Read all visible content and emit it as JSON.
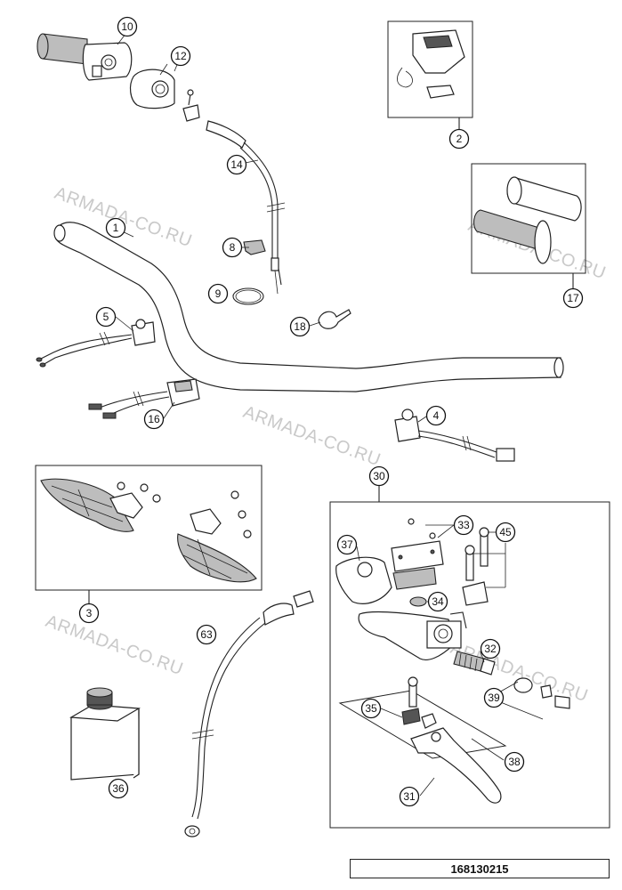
{
  "watermark": "ARMADA-CO.RU",
  "document_number": "168130215",
  "callouts": [
    "1",
    "2",
    "3",
    "4",
    "5",
    "8",
    "9",
    "10",
    "12",
    "14",
    "16",
    "17",
    "18",
    "30",
    "31",
    "32",
    "33",
    "34",
    "35",
    "36",
    "37",
    "38",
    "39",
    "45",
    "63"
  ]
}
